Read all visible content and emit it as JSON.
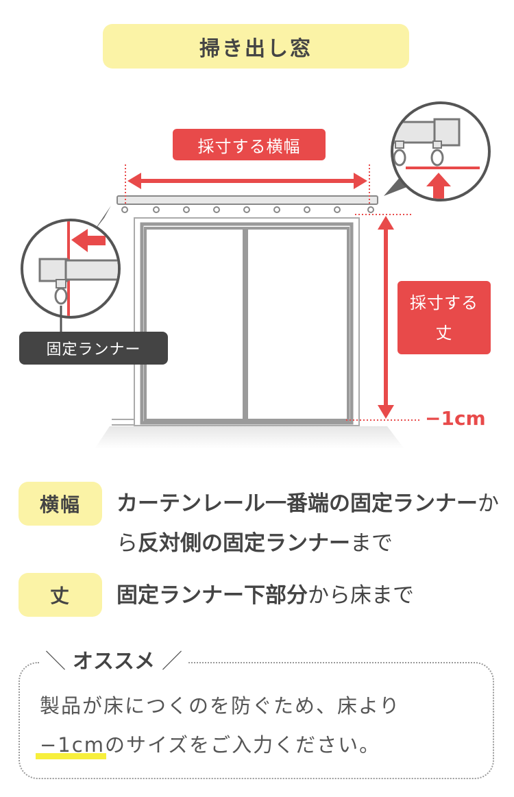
{
  "title": "掃き出し窓",
  "labels": {
    "width_label": "採寸する横幅",
    "height_label_line1": "採寸する",
    "height_label_line2": "丈",
    "fixed_runner": "固定ランナー",
    "minus_one": "−1cm"
  },
  "definitions": [
    {
      "tag": "横幅",
      "parts": [
        {
          "text": "カーテンレール一番端の固定ランナー",
          "bold": true
        },
        {
          "text": "から",
          "bold": false
        },
        {
          "text": "反対側の固定ランナー",
          "bold": true
        },
        {
          "text": "まで",
          "bold": false
        }
      ]
    },
    {
      "tag": "丈",
      "parts": [
        {
          "text": "固定ランナー下部分",
          "bold": true
        },
        {
          "text": "から床まで",
          "bold": false
        }
      ]
    }
  ],
  "recommend": {
    "title": "オススメ",
    "line1": "製品が床につくのを防ぐため、床より",
    "line2_highlight": "−1cm",
    "line2_rest": "のサイズをご入力ください。"
  },
  "colors": {
    "accent_red": "#e84a4a",
    "tag_yellow": "#fbf3a6",
    "highlight_yellow": "#f7ef3c",
    "dark_label": "#444444"
  }
}
